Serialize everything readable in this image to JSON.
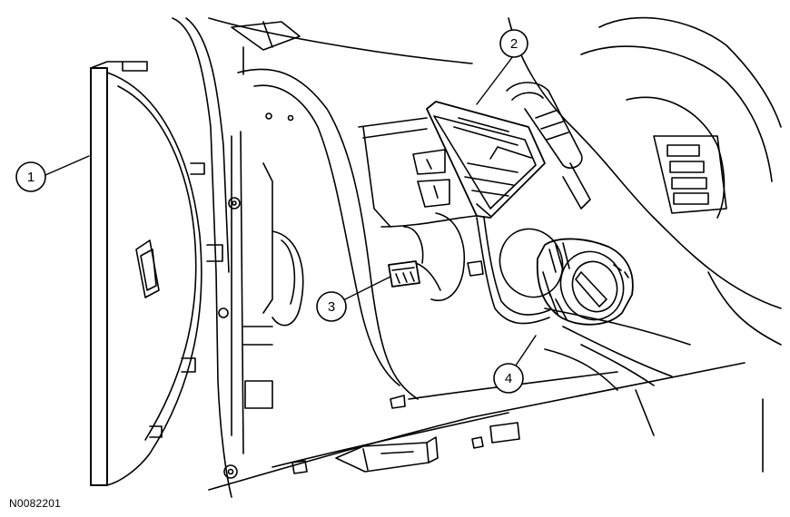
{
  "figure": {
    "reference_code": "N0082201"
  },
  "callouts": [
    {
      "id": "1",
      "label": "1"
    },
    {
      "id": "2",
      "label": "2"
    },
    {
      "id": "3",
      "label": "3"
    },
    {
      "id": "4",
      "label": "4"
    }
  ],
  "colors": {
    "line": "#000000",
    "background": "#ffffff"
  }
}
